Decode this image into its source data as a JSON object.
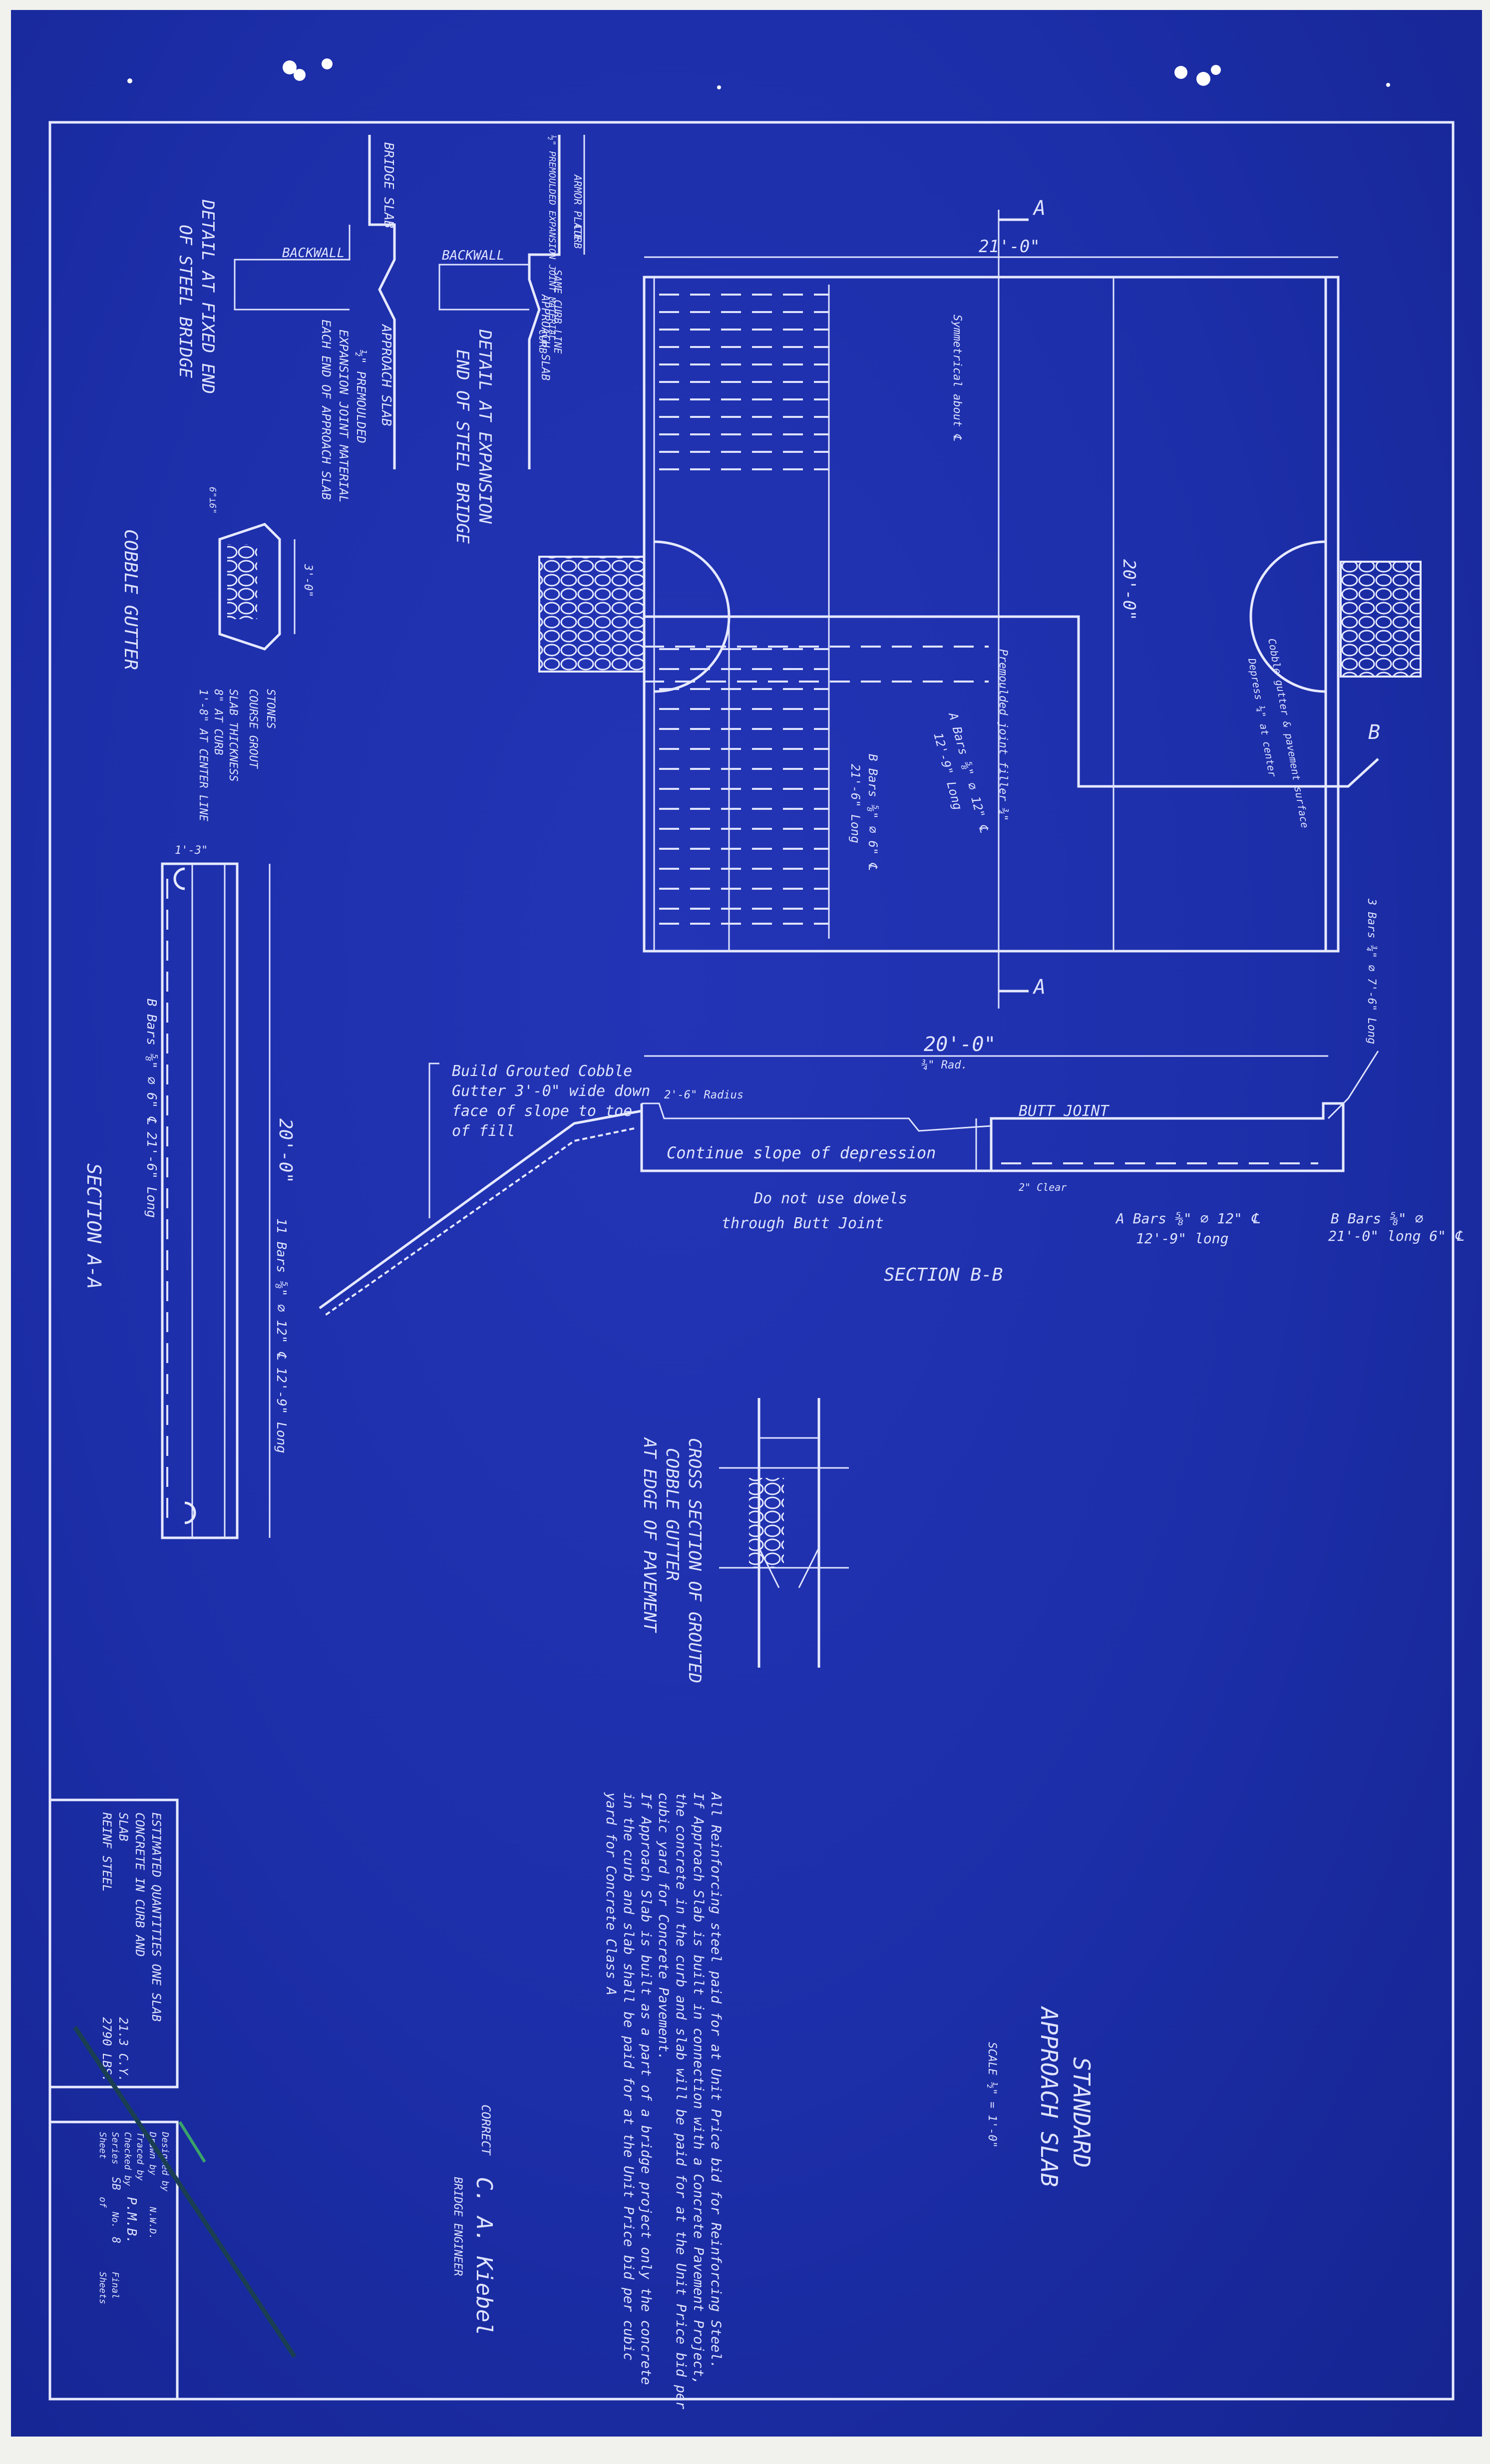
{
  "title_block": {
    "line1": "STANDARD",
    "line2": "APPROACH SLAB",
    "scale": "SCALE ½\" = 1'-0\""
  },
  "notes": {
    "line1": "All Reinforcing steel paid for at Unit Price bid for Reinforcing Steel.",
    "line2": "If Approach Slab is built in connection with a Concrete Pavement Project,",
    "line3": "the concrete in the curb and slab will be paid for at the Unit Price bid per",
    "line4": "cubic yard for Concrete Pavement.",
    "line5": "If Approach Slab is built as a part of a bridge project only the concrete",
    "line6": "in the curb and slab shall be paid for at the Unit Price bid per cubic",
    "line7": "yard for Concrete Class A"
  },
  "approval": {
    "label": "CORRECT",
    "signature": "C. A. Kiebel",
    "role": "BRIDGE ENGINEER"
  },
  "quantities": {
    "header": "ESTIMATED QUANTITIES ONE SLAB",
    "row1_label": "CONCRETE IN CURB AND",
    "row1b_label": "SLAB",
    "row1_value": "21.3 C.Y.",
    "row2_label": "REINF STEEL",
    "row2_value": "2790 LBS."
  },
  "signatures": {
    "designed": "Designed by",
    "drawn": "Drawn by",
    "drawn_val": "N.W.D.",
    "traced": "Traced by",
    "checked": "Checked by",
    "checked_val": "P.M.B.",
    "series": "Series",
    "series_val": "SB",
    "no": "No.",
    "no_val": "8",
    "sheet": "Sheet",
    "of": "of",
    "sheets": "Sheets",
    "final": "Final"
  },
  "plan": {
    "width_dim": "21'-0\"",
    "length_dim": "20'-0\"",
    "sym_note": "Symmetrical about ℄",
    "joint_note": "Premoulded joint filler ¾\"",
    "a_bars": "A Bars ⅝\" ⌀ 12\" ℄",
    "a_bars_len": "12'-9\" Long",
    "b_bars": "B Bars ⅝\" ⌀ 6\" ℄",
    "b_bars_len": "21'-6\" Long",
    "cobble_note": "Cobble gutter & pavement surface",
    "depress": "Depress ¼\" at center",
    "stirrup_note": "3 Bars ¾\" ⌀ 7'-6\" Long",
    "sec_a_top": "A",
    "sec_a_bot": "A",
    "sec_b": "B"
  },
  "section_bb": {
    "title": "SECTION B-B",
    "dim": "20'-0\"",
    "radius": "2'-6\" Radius",
    "rad": "¾\" Rad.",
    "butt": "BUTT JOINT",
    "slope": "Continue slope of depression",
    "dowels1": "Do not use dowels",
    "dowels2": "through Butt Joint",
    "gutter1": "Build Grouted Cobble",
    "gutter2": "Gutter 3'-0\" wide down",
    "gutter3": "face of slope to toe",
    "gutter4": "of fill",
    "a_bars": "A Bars ⅝\" ⌀ 12\" ℄",
    "a_len": "12'-9\" long",
    "b_bars": "B Bars ⅝\" ⌀",
    "b_len": "21'-0\" long 6\" ℄",
    "clear": "2\" Clear"
  },
  "section_aa": {
    "title": "SECTION A-A",
    "dim": "20'-0\"",
    "b_bars": "B Bars ⅝\" ⌀ 6\" ℄ 21'-6\" Long",
    "a_bars": "11 Bars ⅝\" ⌀ 12\" ℄ 12'-9\" Long",
    "top": "1'-3\""
  },
  "details": {
    "fixed1": "DETAIL AT FIXED END",
    "fixed2": "OF STEEL BRIDGE",
    "exp1": "DETAIL AT EXPANSION",
    "exp2": "END OF STEEL BRIDGE",
    "bridge_slab": "BRIDGE SLAB",
    "backwall": "BACKWALL",
    "backwall2": "BACKWALL",
    "approach": "APPROACH SLAB",
    "approach2": "APPROACH SLAB",
    "premould1": "½\" PREMOULDED",
    "premould2": "EXPANSION JOINT MATERIAL",
    "premould3": "EACH END OF APPROACH SLAB",
    "armor": "ARMOR PLATE",
    "curb": "CURB",
    "curb2": "CURB",
    "same_curb": "SAME CURB LINE",
    "premould_exp": "½\" PREMOULDED EXPANSION JOINT MATERIAL"
  },
  "cobble_gutter": {
    "title": "COBBLE GUTTER",
    "stones": "STONES",
    "grout": "COURSE GROUT",
    "slab1": "SLAB THICKNESS",
    "slab2": "8\" AT CURB",
    "slab3": "1'-8\" AT CENTER LINE",
    "dim": "3'-0\"",
    "dim2": "6\"⊥6\""
  },
  "cross_section": {
    "line1": "CROSS SECTION OF GROUTED",
    "line2": "COBBLE GUTTER",
    "line3": "AT EDGE OF PAVEMENT"
  }
}
